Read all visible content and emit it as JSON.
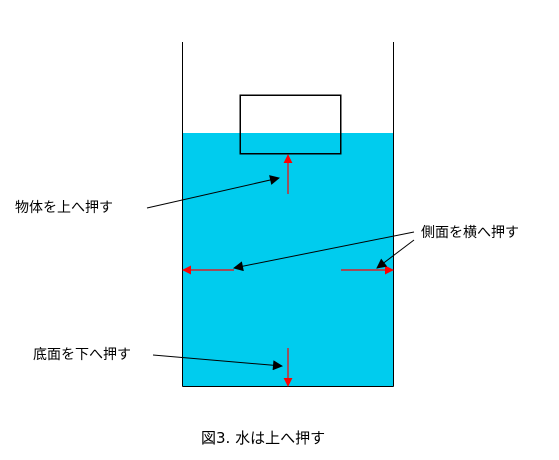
{
  "labels": {
    "object_pushed_up": "物体を上へ押す",
    "sides_pushed": "側面を横へ押す",
    "bottom_pushed": "底面を下へ押す"
  },
  "caption": "図3. 水は上へ押す",
  "colors": {
    "water": "#00ccee",
    "pressure_arrow": "#ff0000",
    "pointer": "#000000",
    "outline": "#000000",
    "object_fill": "#ffffff"
  }
}
